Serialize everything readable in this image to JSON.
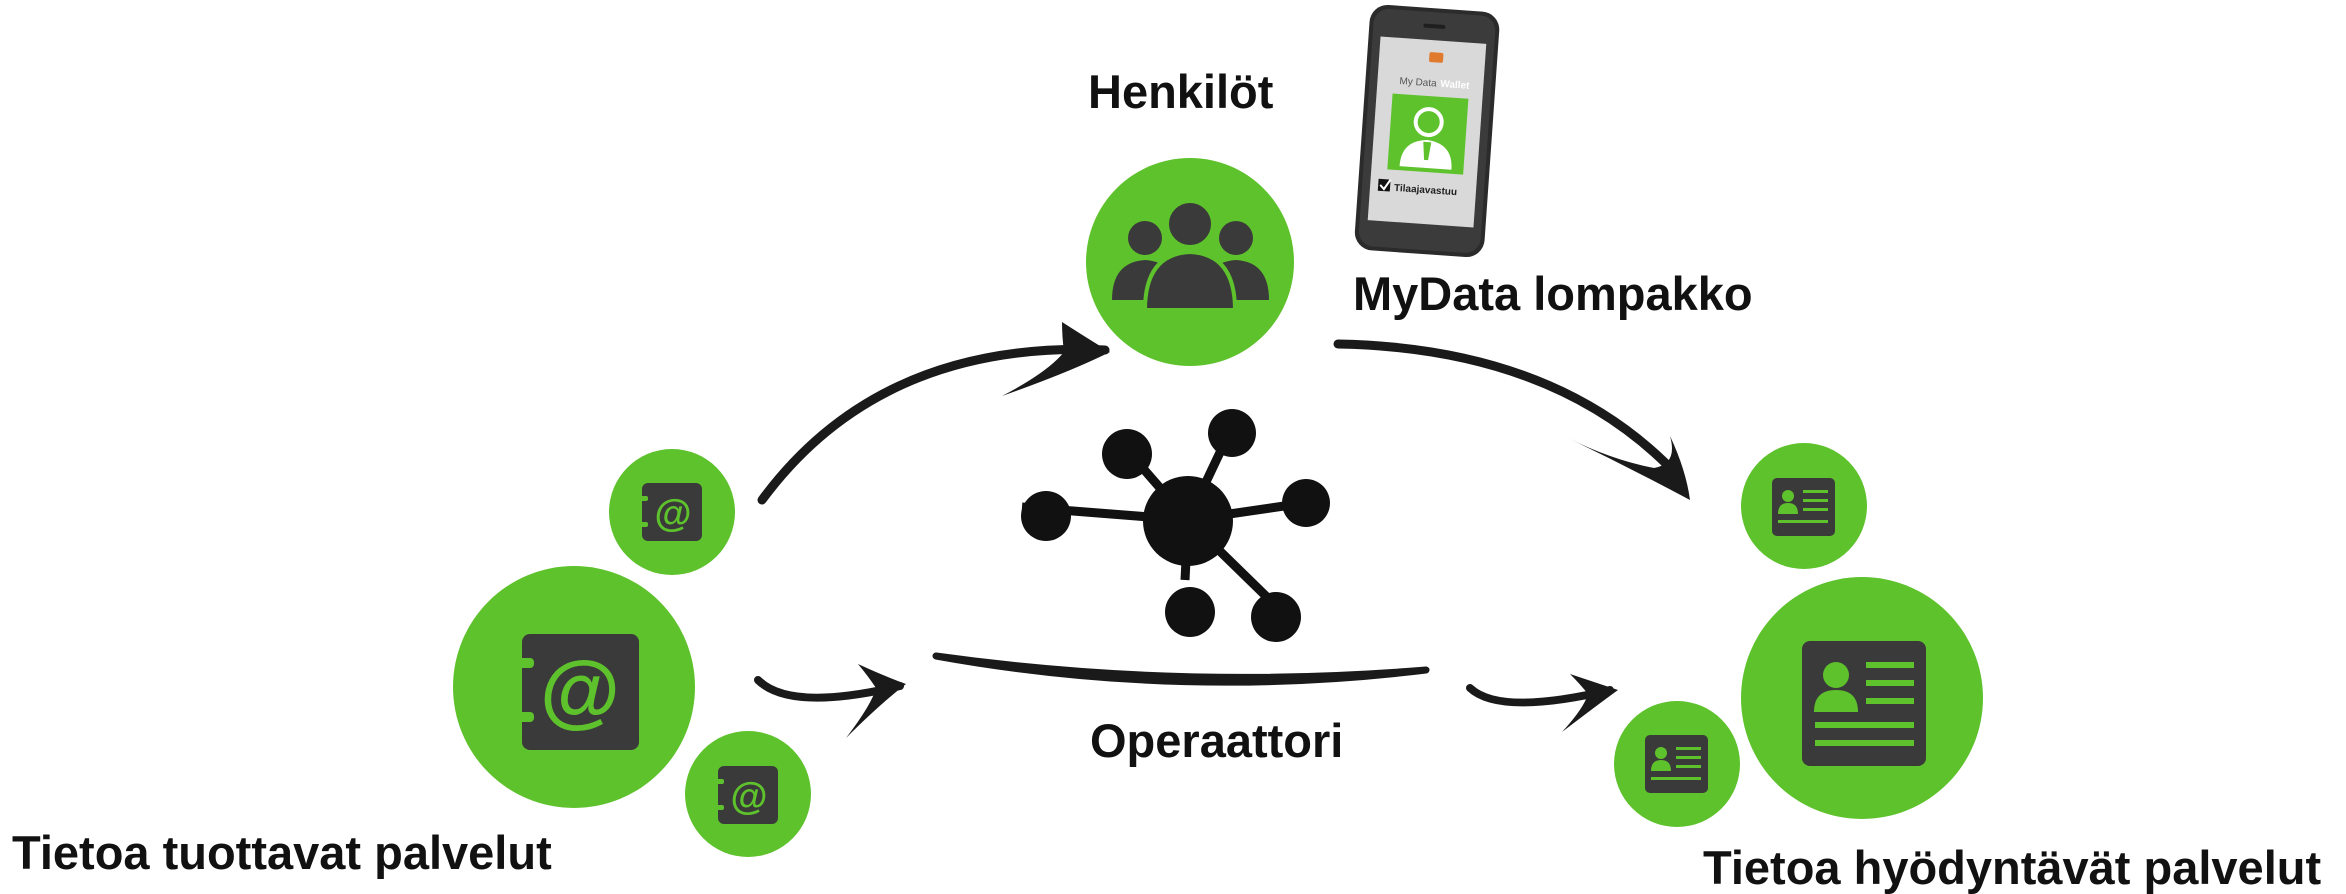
{
  "diagram": {
    "labels": {
      "persons": "Henkilöt",
      "wallet": "MyData lompakko",
      "operator": "Operaattori",
      "producers": "Tietoa tuottavat palvelut",
      "consumers": "Tietoa hyödyntävät palvelut"
    },
    "phone_screen": {
      "brand_left": "My Data",
      "brand_right": "Wallet",
      "footer_text": "Tilaajavastuu"
    },
    "colors": {
      "accent_green": "#5ec22c",
      "icon_dark": "#3a3a3a",
      "arrow": "#1a1a1a",
      "text": "#111111"
    },
    "icons": {
      "persons": "group-of-people-icon",
      "producer": "address-book-at-icon",
      "consumer": "id-card-icon",
      "operator": "network-hub-icon",
      "wallet": "smartphone-icon"
    }
  }
}
